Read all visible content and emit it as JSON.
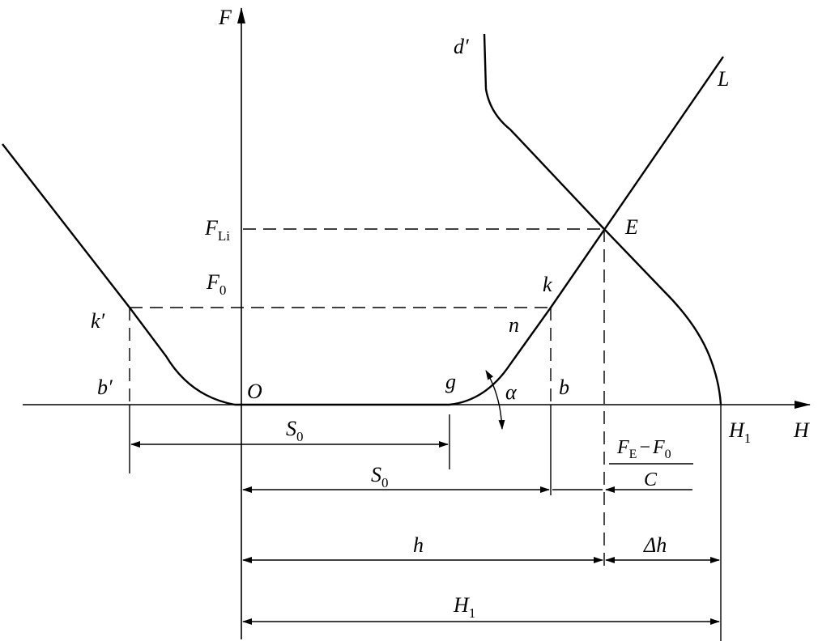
{
  "colors": {
    "ink": "#000000",
    "background": "#ffffff"
  },
  "labels": {
    "F_axis": "F",
    "H_axis": "H",
    "FLi_main": "F",
    "FLi_sub": "Li",
    "F0_main": "F",
    "F0_sub": "0",
    "E": "E",
    "L": "L",
    "d_prime": "d′",
    "k": "k",
    "k_prime": "k′",
    "n": "n",
    "g": "g",
    "alpha": "α",
    "b": "b",
    "b_prime": "b′",
    "O": "O",
    "H1_main": "H",
    "H1_sub": "1"
  },
  "dimensions": {
    "S0_upper_main": "S",
    "S0_upper_sub": "0",
    "S0_lower_main": "S",
    "S0_lower_sub": "0",
    "h": "h",
    "delta_h": "Δh",
    "H1_main": "H",
    "H1_sub": "1",
    "fraction_num_FE": "F",
    "fraction_num_FE_sub": "E",
    "fraction_num_minus": "−",
    "fraction_num_F0": "F",
    "fraction_num_F0_sub": "0",
    "fraction_den": "C"
  }
}
